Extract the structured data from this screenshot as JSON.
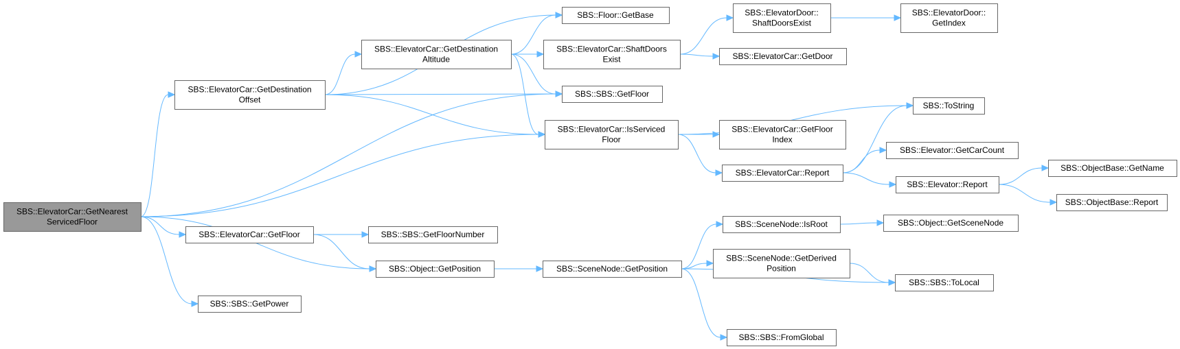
{
  "nodes": {
    "root": [
      "SBS::ElevatorCar::GetNearest",
      "ServicedFloor"
    ],
    "getDestOffset": [
      "SBS::ElevatorCar::GetDestination",
      "Offset"
    ],
    "getFloorCar": [
      "SBS::ElevatorCar::GetFloor"
    ],
    "getPower": [
      "SBS::SBS::GetPower"
    ],
    "getDestAlt": [
      "SBS::ElevatorCar::GetDestination",
      "Altitude"
    ],
    "floorGetBase": [
      "SBS::Floor::GetBase"
    ],
    "sbsGetFloor": [
      "SBS::SBS::GetFloor"
    ],
    "isServiced": [
      "SBS::ElevatorCar::IsServiced",
      "Floor"
    ],
    "shaftDoorsExistCar": [
      "SBS::ElevatorCar::ShaftDoors",
      "Exist"
    ],
    "getFloorNumber": [
      "SBS::SBS::GetFloorNumber"
    ],
    "objGetPosition": [
      "SBS::Object::GetPosition"
    ],
    "sceneGetPosition": [
      "SBS::SceneNode::GetPosition"
    ],
    "doorShaftDoorsExist": [
      "SBS::ElevatorDoor::",
      "ShaftDoorsExist"
    ],
    "getDoor": [
      "SBS::ElevatorCar::GetDoor"
    ],
    "getFloorIndex": [
      "SBS::ElevatorCar::GetFloor",
      "Index"
    ],
    "carReport": [
      "SBS::ElevatorCar::Report"
    ],
    "isRoot": [
      "SBS::SceneNode::IsRoot"
    ],
    "getDerived": [
      "SBS::SceneNode::GetDerived",
      "Position"
    ],
    "fromGlobal": [
      "SBS::SBS::FromGlobal"
    ],
    "doorGetIndex": [
      "SBS::ElevatorDoor::",
      "GetIndex"
    ],
    "toString": [
      "SBS::ToString"
    ],
    "getCarCount": [
      "SBS::Elevator::GetCarCount"
    ],
    "elevReport": [
      "SBS::Elevator::Report"
    ],
    "objGetSceneNode": [
      "SBS::Object::GetSceneNode"
    ],
    "toLocal": [
      "SBS::SBS::ToLocal"
    ],
    "objBaseGetName": [
      "SBS::ObjectBase::GetName"
    ],
    "objBaseReport": [
      "SBS::ObjectBase::Report"
    ]
  },
  "edges": [
    [
      "root",
      "getDestOffset"
    ],
    [
      "root",
      "sbsGetFloor"
    ],
    [
      "root",
      "isServiced"
    ],
    [
      "root",
      "getFloorCar"
    ],
    [
      "root",
      "objGetPosition"
    ],
    [
      "root",
      "getPower"
    ],
    [
      "getDestOffset",
      "getDestAlt"
    ],
    [
      "getDestOffset",
      "floorGetBase"
    ],
    [
      "getDestOffset",
      "sbsGetFloor"
    ],
    [
      "getDestOffset",
      "isServiced"
    ],
    [
      "getDestAlt",
      "floorGetBase"
    ],
    [
      "getDestAlt",
      "shaftDoorsExistCar"
    ],
    [
      "getDestAlt",
      "sbsGetFloor"
    ],
    [
      "getDestAlt",
      "isServiced"
    ],
    [
      "shaftDoorsExistCar",
      "doorShaftDoorsExist"
    ],
    [
      "shaftDoorsExistCar",
      "getDoor"
    ],
    [
      "doorShaftDoorsExist",
      "doorGetIndex"
    ],
    [
      "isServiced",
      "toString"
    ],
    [
      "isServiced",
      "getFloorIndex"
    ],
    [
      "isServiced",
      "carReport"
    ],
    [
      "carReport",
      "toString"
    ],
    [
      "carReport",
      "getCarCount"
    ],
    [
      "carReport",
      "elevReport"
    ],
    [
      "elevReport",
      "objBaseGetName"
    ],
    [
      "elevReport",
      "objBaseReport"
    ],
    [
      "getFloorCar",
      "getFloorNumber"
    ],
    [
      "getFloorCar",
      "objGetPosition"
    ],
    [
      "objGetPosition",
      "sceneGetPosition"
    ],
    [
      "sceneGetPosition",
      "isRoot"
    ],
    [
      "sceneGetPosition",
      "getDerived"
    ],
    [
      "sceneGetPosition",
      "toLocal"
    ],
    [
      "sceneGetPosition",
      "fromGlobal"
    ],
    [
      "isRoot",
      "objGetSceneNode"
    ],
    [
      "getDerived",
      "toLocal"
    ]
  ]
}
